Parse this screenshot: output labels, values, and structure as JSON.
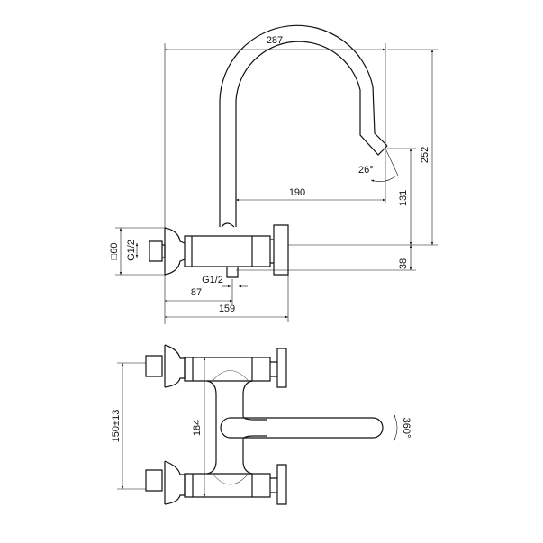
{
  "drawing": {
    "side_view": {
      "dim_width_total": "287",
      "dim_reach": "190",
      "dim_spout_angle": "26°",
      "dim_height_total": "252",
      "dim_spout_height": "131",
      "dim_body_height": "38",
      "dim_flange": "□60",
      "dim_inlet_thread": "G1/2",
      "dim_outlet_thread": "G1/2",
      "dim_outlet_offset": "87",
      "dim_depth": "159"
    },
    "top_view": {
      "dim_inlet_spacing": "150±13",
      "dim_body_width": "184",
      "dim_rotation": "360°"
    }
  }
}
